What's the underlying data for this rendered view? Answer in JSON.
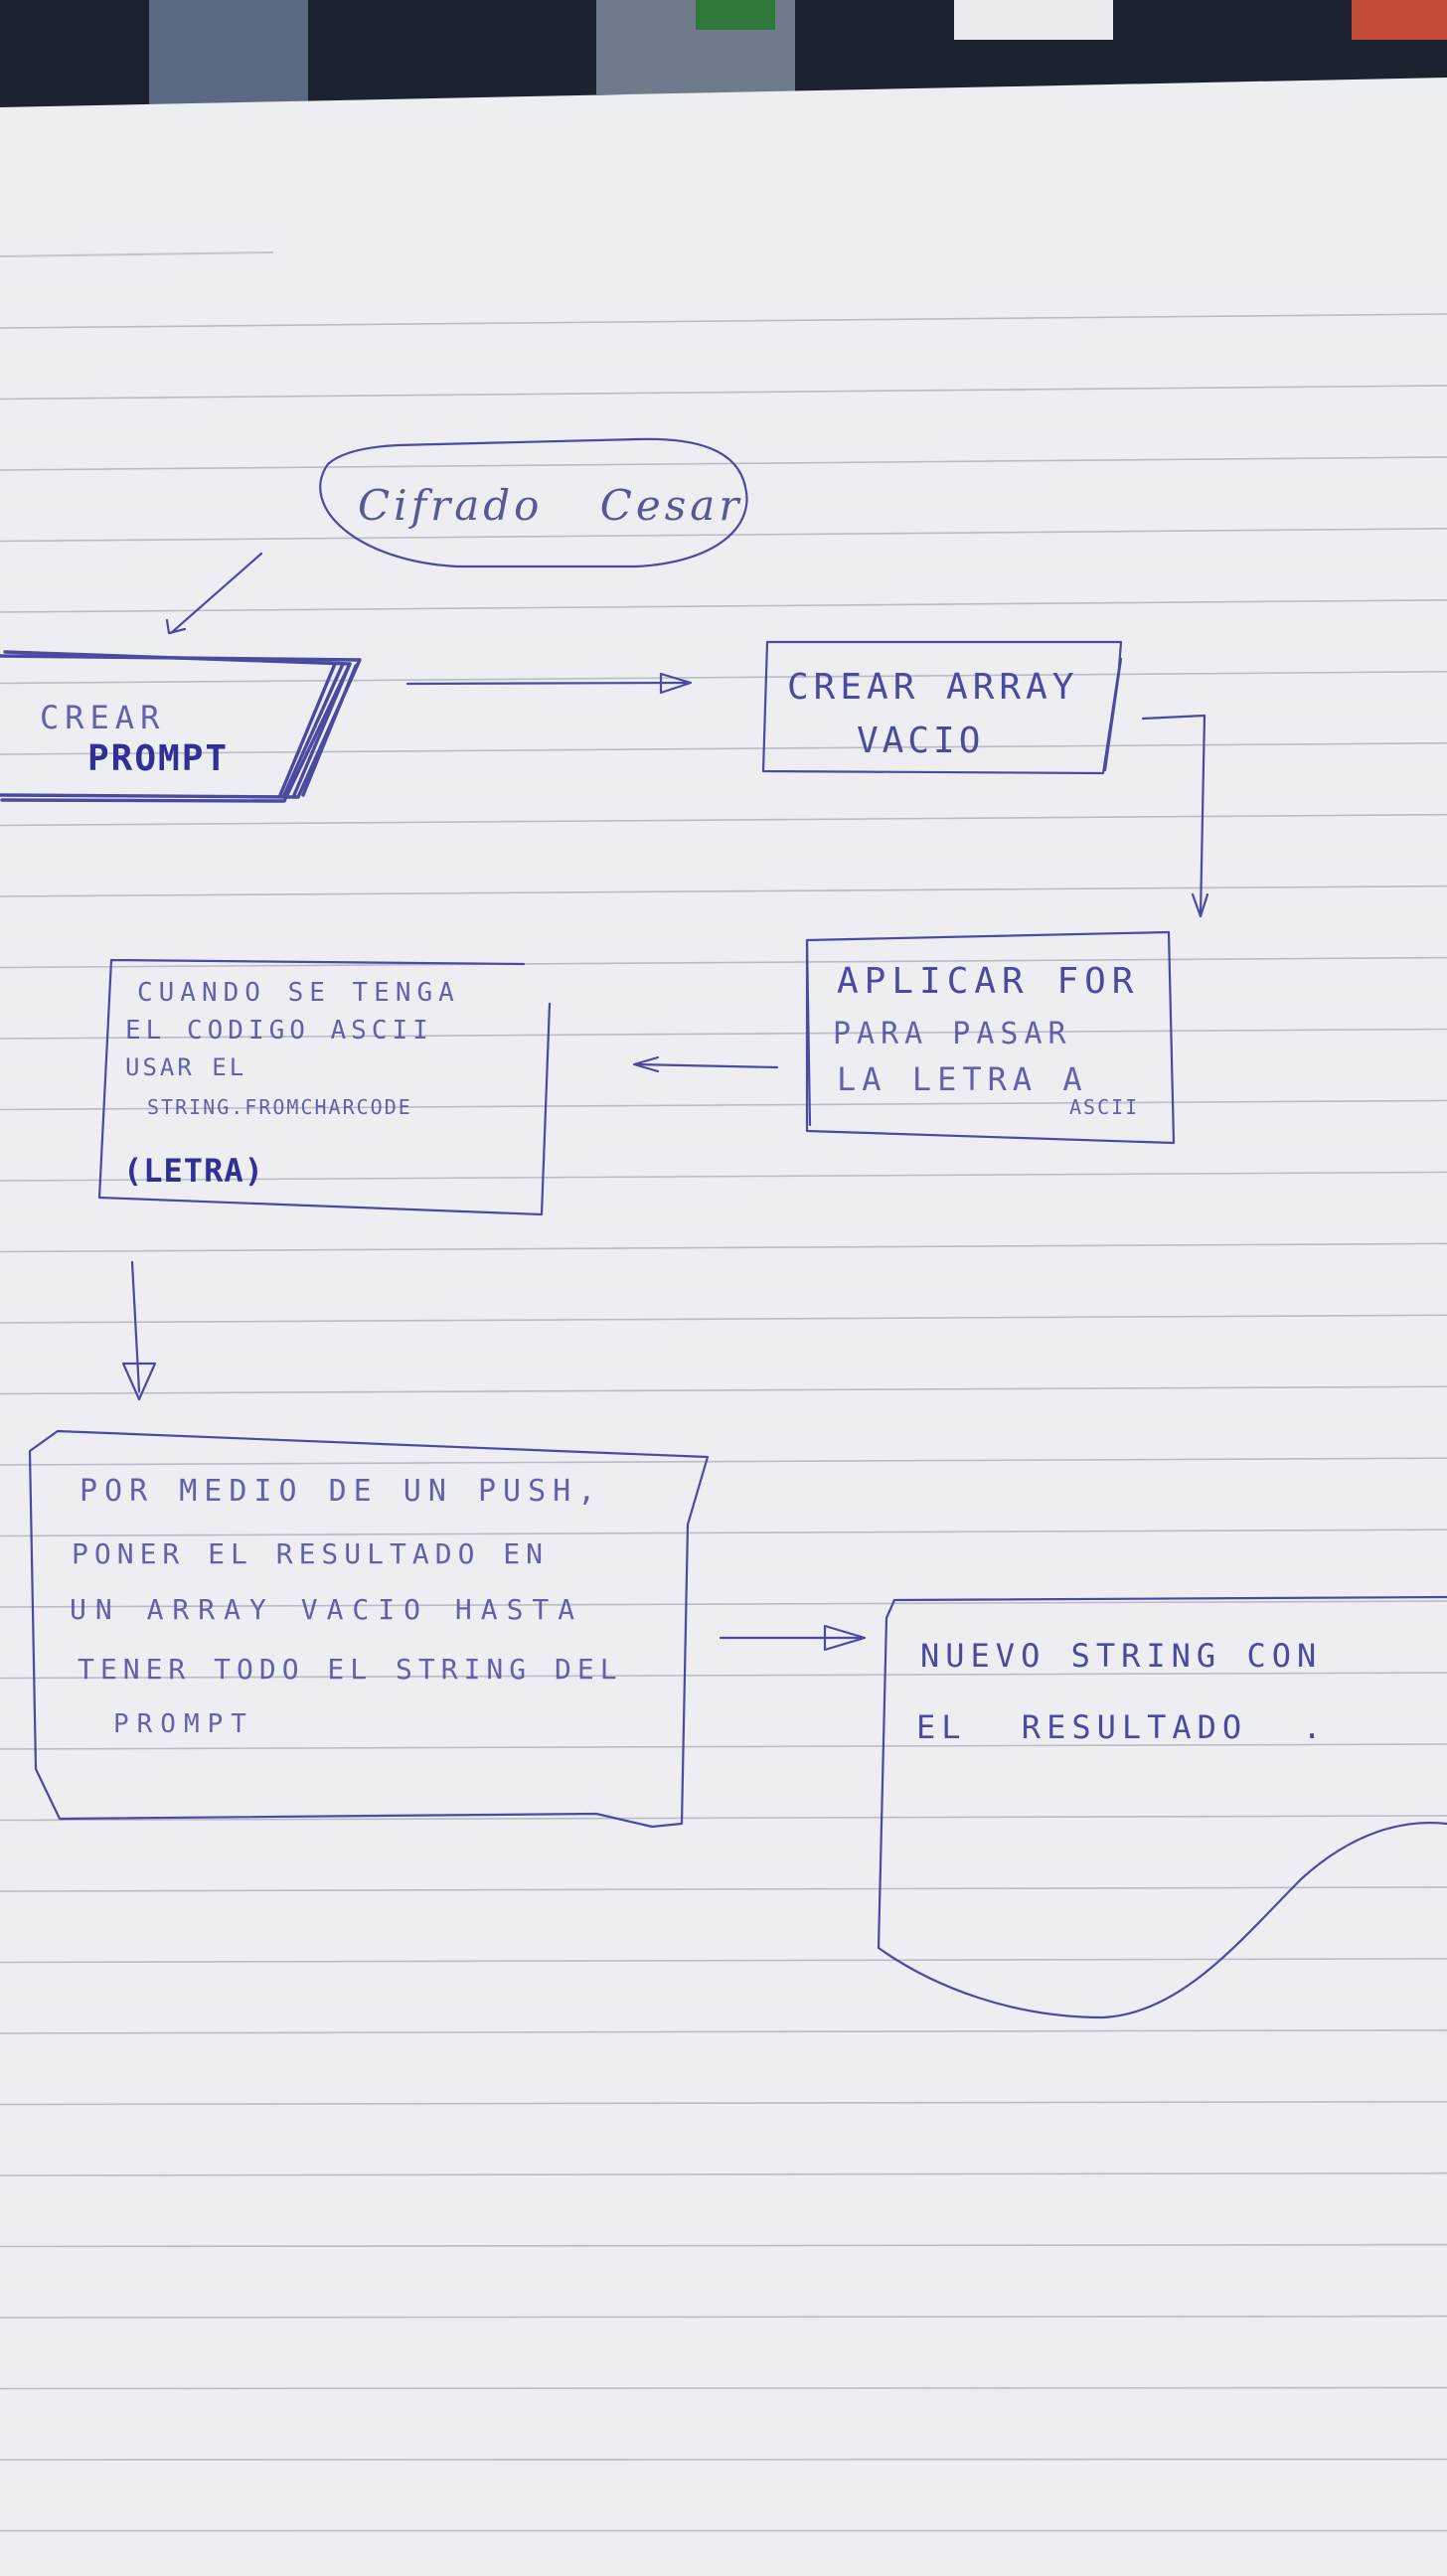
{
  "diagram": {
    "title": "Cifrado Cesar",
    "steps": [
      {
        "id": "crear-prompt",
        "lines": [
          "CREAR",
          "PROMPT"
        ]
      },
      {
        "id": "crear-array",
        "lines": [
          "CREAR ARRAY",
          "VACIO"
        ]
      },
      {
        "id": "aplicar-for",
        "lines": [
          "APLICAR FOR",
          "PARA PASAR",
          "LA LETRA A",
          "ASCII"
        ]
      },
      {
        "id": "fromcharcode",
        "lines": [
          "CUANDO SE TENGA",
          "EL CODIGO ASCII",
          "USAR EL",
          "STRING.FROMCHARCODE",
          "(LETRA)"
        ]
      },
      {
        "id": "push",
        "lines": [
          "POR MEDIO DE UN PUSH,",
          "PONER EL RESULTADO EN",
          "UN ARRAY VACIO HASTA",
          "TENER TODO EL STRING DEL",
          "PROMPT"
        ]
      },
      {
        "id": "resultado",
        "lines": [
          "NUEVO STRING CON",
          "EL RESULTADO ."
        ]
      }
    ]
  },
  "colors": {
    "ink": "#4a4aa0",
    "ink_dark": "#2f2f95",
    "paper": "#eceef1",
    "rule_line": "#b9bcc6",
    "margin_line": "#c2c5cf",
    "background": "#1d2230"
  }
}
